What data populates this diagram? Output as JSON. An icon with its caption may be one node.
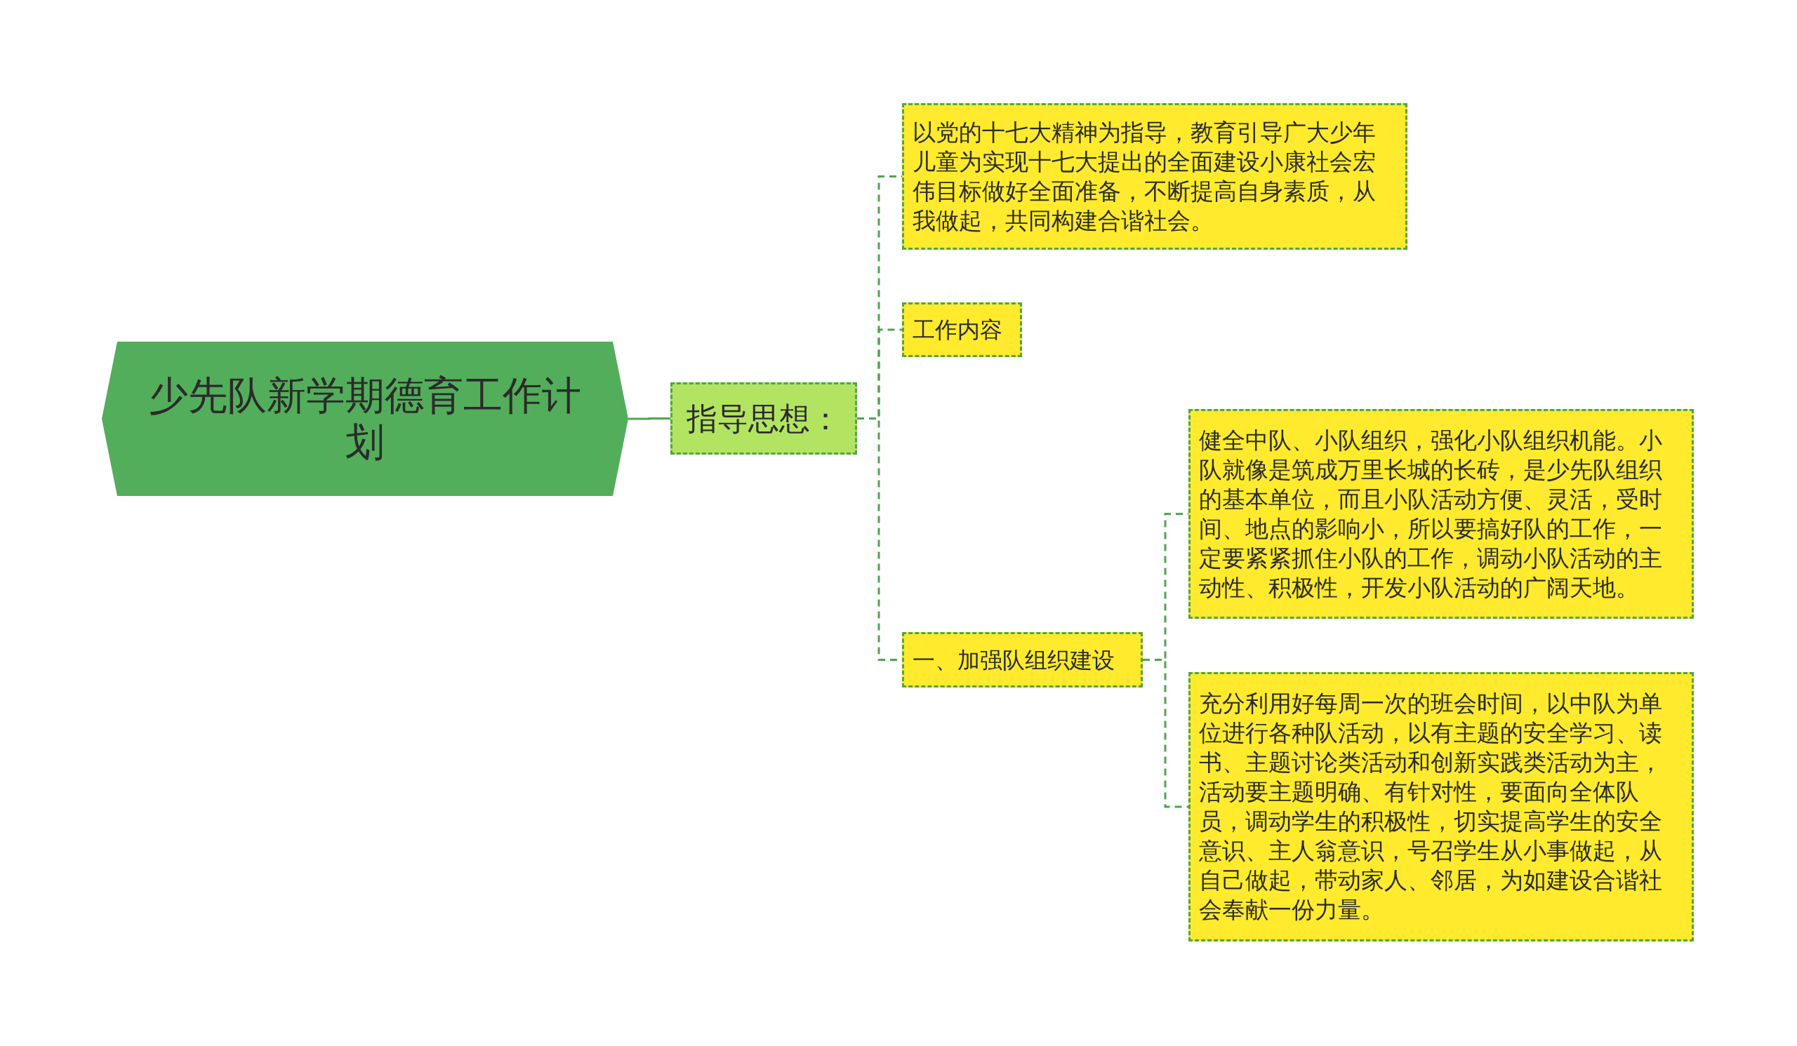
{
  "diagram": {
    "nodes": [
      {
        "text": [
          "少先队新学期德育工作计划"
        ]
      },
      {
        "text": [
          "指导思想："
        ]
      },
      {
        "text": [
          "以党的十七大精神为指导，教育引导广大少年儿童为实现十七大提出的全面建设小康社会宏伟目标做好全面准备，不断提高自身素质，从我做起，共同构建合谐社会。"
        ]
      },
      {
        "text": [
          "工作内容"
        ]
      },
      {
        "text": [
          "一、加强队组织建设"
        ]
      },
      {
        "text": [
          "健全中队、小队组织，强化小队组织机能。小队就像是筑成万里长城的长砖，是少先队组织的基本单位，而且小队活动方便、灵活，受时间、地点的影响小，所以要搞好队的工作，一定要紧紧抓住小队的工作，调动小队活动的主动性、积极性，开发小队活动的广阔天地。"
        ]
      },
      {
        "text": [
          "充分利用好每周一次的班会时间，以中队为单位进行各种队活动，以有主题的安全学习、读书、主题讨论类活动和创新实践类活动为主，活动要主题明确、有针对性，要面向全体队员，调动学生的积极性，切实提高学生的安全意识、主人翁意识，号召学生从小事做起，从自己做起，带动家人、邻居，为如建设合谐社会奉献一份力量。"
        ]
      }
    ],
    "edges": [
      {
        "from": 0,
        "to": 1,
        "arrow": "none"
      },
      {
        "from": 1,
        "to": 2,
        "arrow": "none",
        "style": "dashed"
      },
      {
        "from": 1,
        "to": 3,
        "arrow": "none",
        "style": "dashed"
      },
      {
        "from": 1,
        "to": 4,
        "arrow": "none",
        "style": "dashed"
      },
      {
        "from": 4,
        "to": 5,
        "arrow": "none",
        "style": "dashed"
      },
      {
        "from": 4,
        "to": 6,
        "arrow": "none",
        "style": "dashed"
      }
    ]
  }
}
